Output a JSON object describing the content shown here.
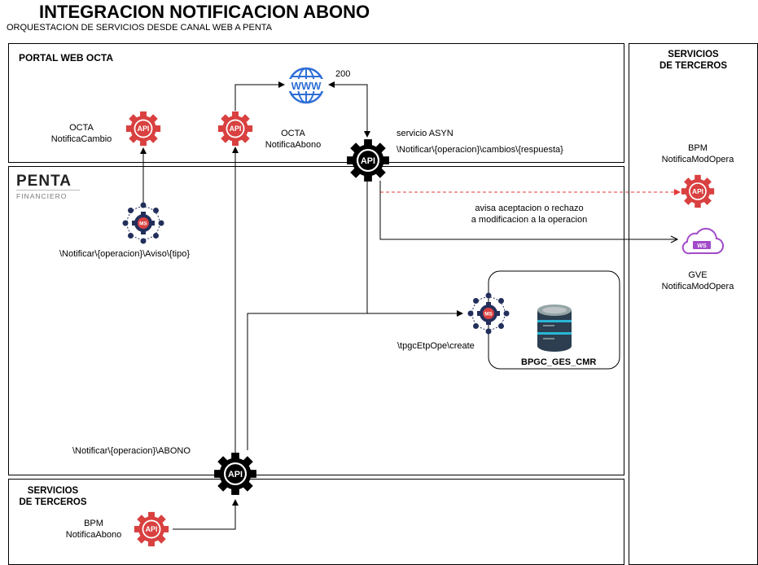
{
  "header": {
    "title": "INTEGRACION NOTIFICACION ABONO",
    "subtitle": "ORQUESTACION DE SERVICIOS DESDE CANAL WEB A PENTA"
  },
  "regions": {
    "portal": "PORTAL WEB OCTA",
    "terceros_right_l1": "SERVICIOS",
    "terceros_right_l2": "DE TERCEROS",
    "terceros_bottom_l1": "SERVICIOS",
    "terceros_bottom_l2": "DE TERCEROS"
  },
  "logo": {
    "name": "PENTA",
    "sub": "FINANCIERO"
  },
  "nodes": {
    "octa_cambio_l1": "OCTA",
    "octa_cambio_l2": "NotificaCambio",
    "octa_abono_l1": "OCTA",
    "octa_abono_l2": "NotificaAbono",
    "www_label": "WWW",
    "www_status": "200",
    "asyn_l1": "servicio ASYN",
    "asyn_l2": "\\Notificar\\{operacion}\\cambios\\{respuesta}",
    "aviso": "\\Notificar\\{operacion}\\Aviso\\{tipo}",
    "bpm_right_l1": "BPM",
    "bpm_right_l2": "NotificaModOpera",
    "gve_l1": "GVE",
    "gve_l2": "NotificaModOpera",
    "avisa_l1": "avisa aceptacion o rechazo",
    "avisa_l2": "a modificacion a la operacion",
    "create": "\\tpgcEtpOpe\\create",
    "db": "BPGC_GES_CMR",
    "abono": "\\Notificar\\{operacion}\\ABONO",
    "bpm_bottom_l1": "BPM",
    "bpm_bottom_l2": "NotificaAbono",
    "api_badge": "API",
    "ms_badge": "MS",
    "ws_badge": "WS"
  },
  "colors": {
    "api_red": "#d94040",
    "api_black": "#000000",
    "ms_navy": "#232f5b",
    "www_blue": "#2f6fd6",
    "ws_purple": "#a24bc9",
    "penta_red": "#e2231a",
    "penta_gray": "#7a7a7a",
    "dashed_red": "#e53935"
  }
}
